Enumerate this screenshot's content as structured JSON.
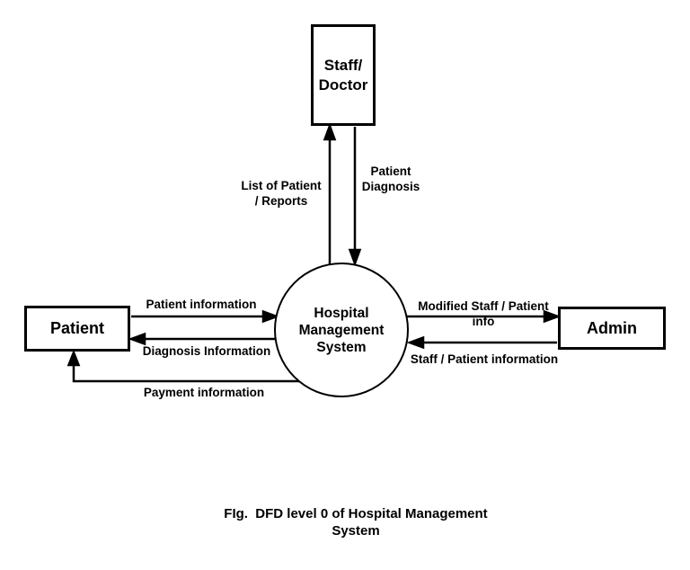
{
  "diagram": {
    "title": "DFD level 0 of Hospital Management System",
    "entities": {
      "staff_doctor": "Staff/\nDoctor",
      "patient": "Patient",
      "admin": "Admin"
    },
    "process": "Hospital\nManagement\nSystem",
    "flows": {
      "list_of_patient_reports": "List of Patient\n/ Reports",
      "patient_diagnosis": "Patient\nDiagnosis",
      "patient_information": "Patient information",
      "diagnosis_information": "Diagnosis Information",
      "payment_information": "Payment information",
      "modified_staff_patient_info": "Modified Staff / Patient info",
      "staff_patient_information": "Staff / Patient information"
    },
    "caption": "FIg.  DFD level 0 of Hospital Management\nSystem",
    "colors": {
      "stroke": "#000000",
      "background": "#ffffff"
    }
  }
}
